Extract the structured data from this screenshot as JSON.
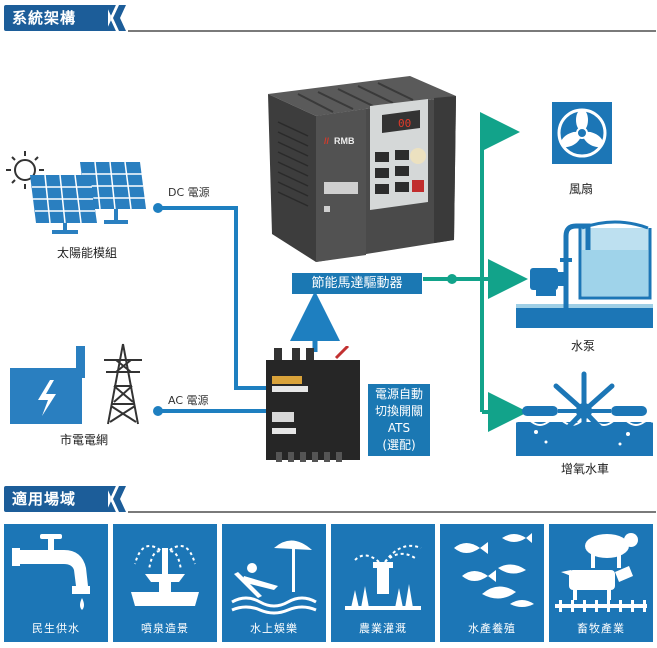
{
  "sections": {
    "architecture": "系統架構",
    "applications": "適用場域"
  },
  "diagram": {
    "solar_label": "太陽能模組",
    "grid_label": "市電電網",
    "dc_label": "DC 電源",
    "ac_label": "AC 電源",
    "vfd_label": "節能馬達驅動器",
    "vfd_display": "00",
    "vfd_brand": "RMB",
    "ats_label": [
      "電源自動",
      "切換開關",
      "ATS",
      "(選配)"
    ],
    "fan_label": "風扇",
    "pump_label": "水泵",
    "aerator_label": "增氧水車",
    "line_color": "#1e7fc0",
    "arrow_color": "#12a38a"
  },
  "applications": [
    {
      "label": "民生供水",
      "icon": "faucet-icon"
    },
    {
      "label": "噴泉造景",
      "icon": "fountain-icon"
    },
    {
      "label": "水上娛樂",
      "icon": "beach-icon"
    },
    {
      "label": "農業灌溉",
      "icon": "sprinkler-icon"
    },
    {
      "label": "水產養殖",
      "icon": "fish-icon"
    },
    {
      "label": "畜牧產業",
      "icon": "livestock-icon"
    }
  ]
}
